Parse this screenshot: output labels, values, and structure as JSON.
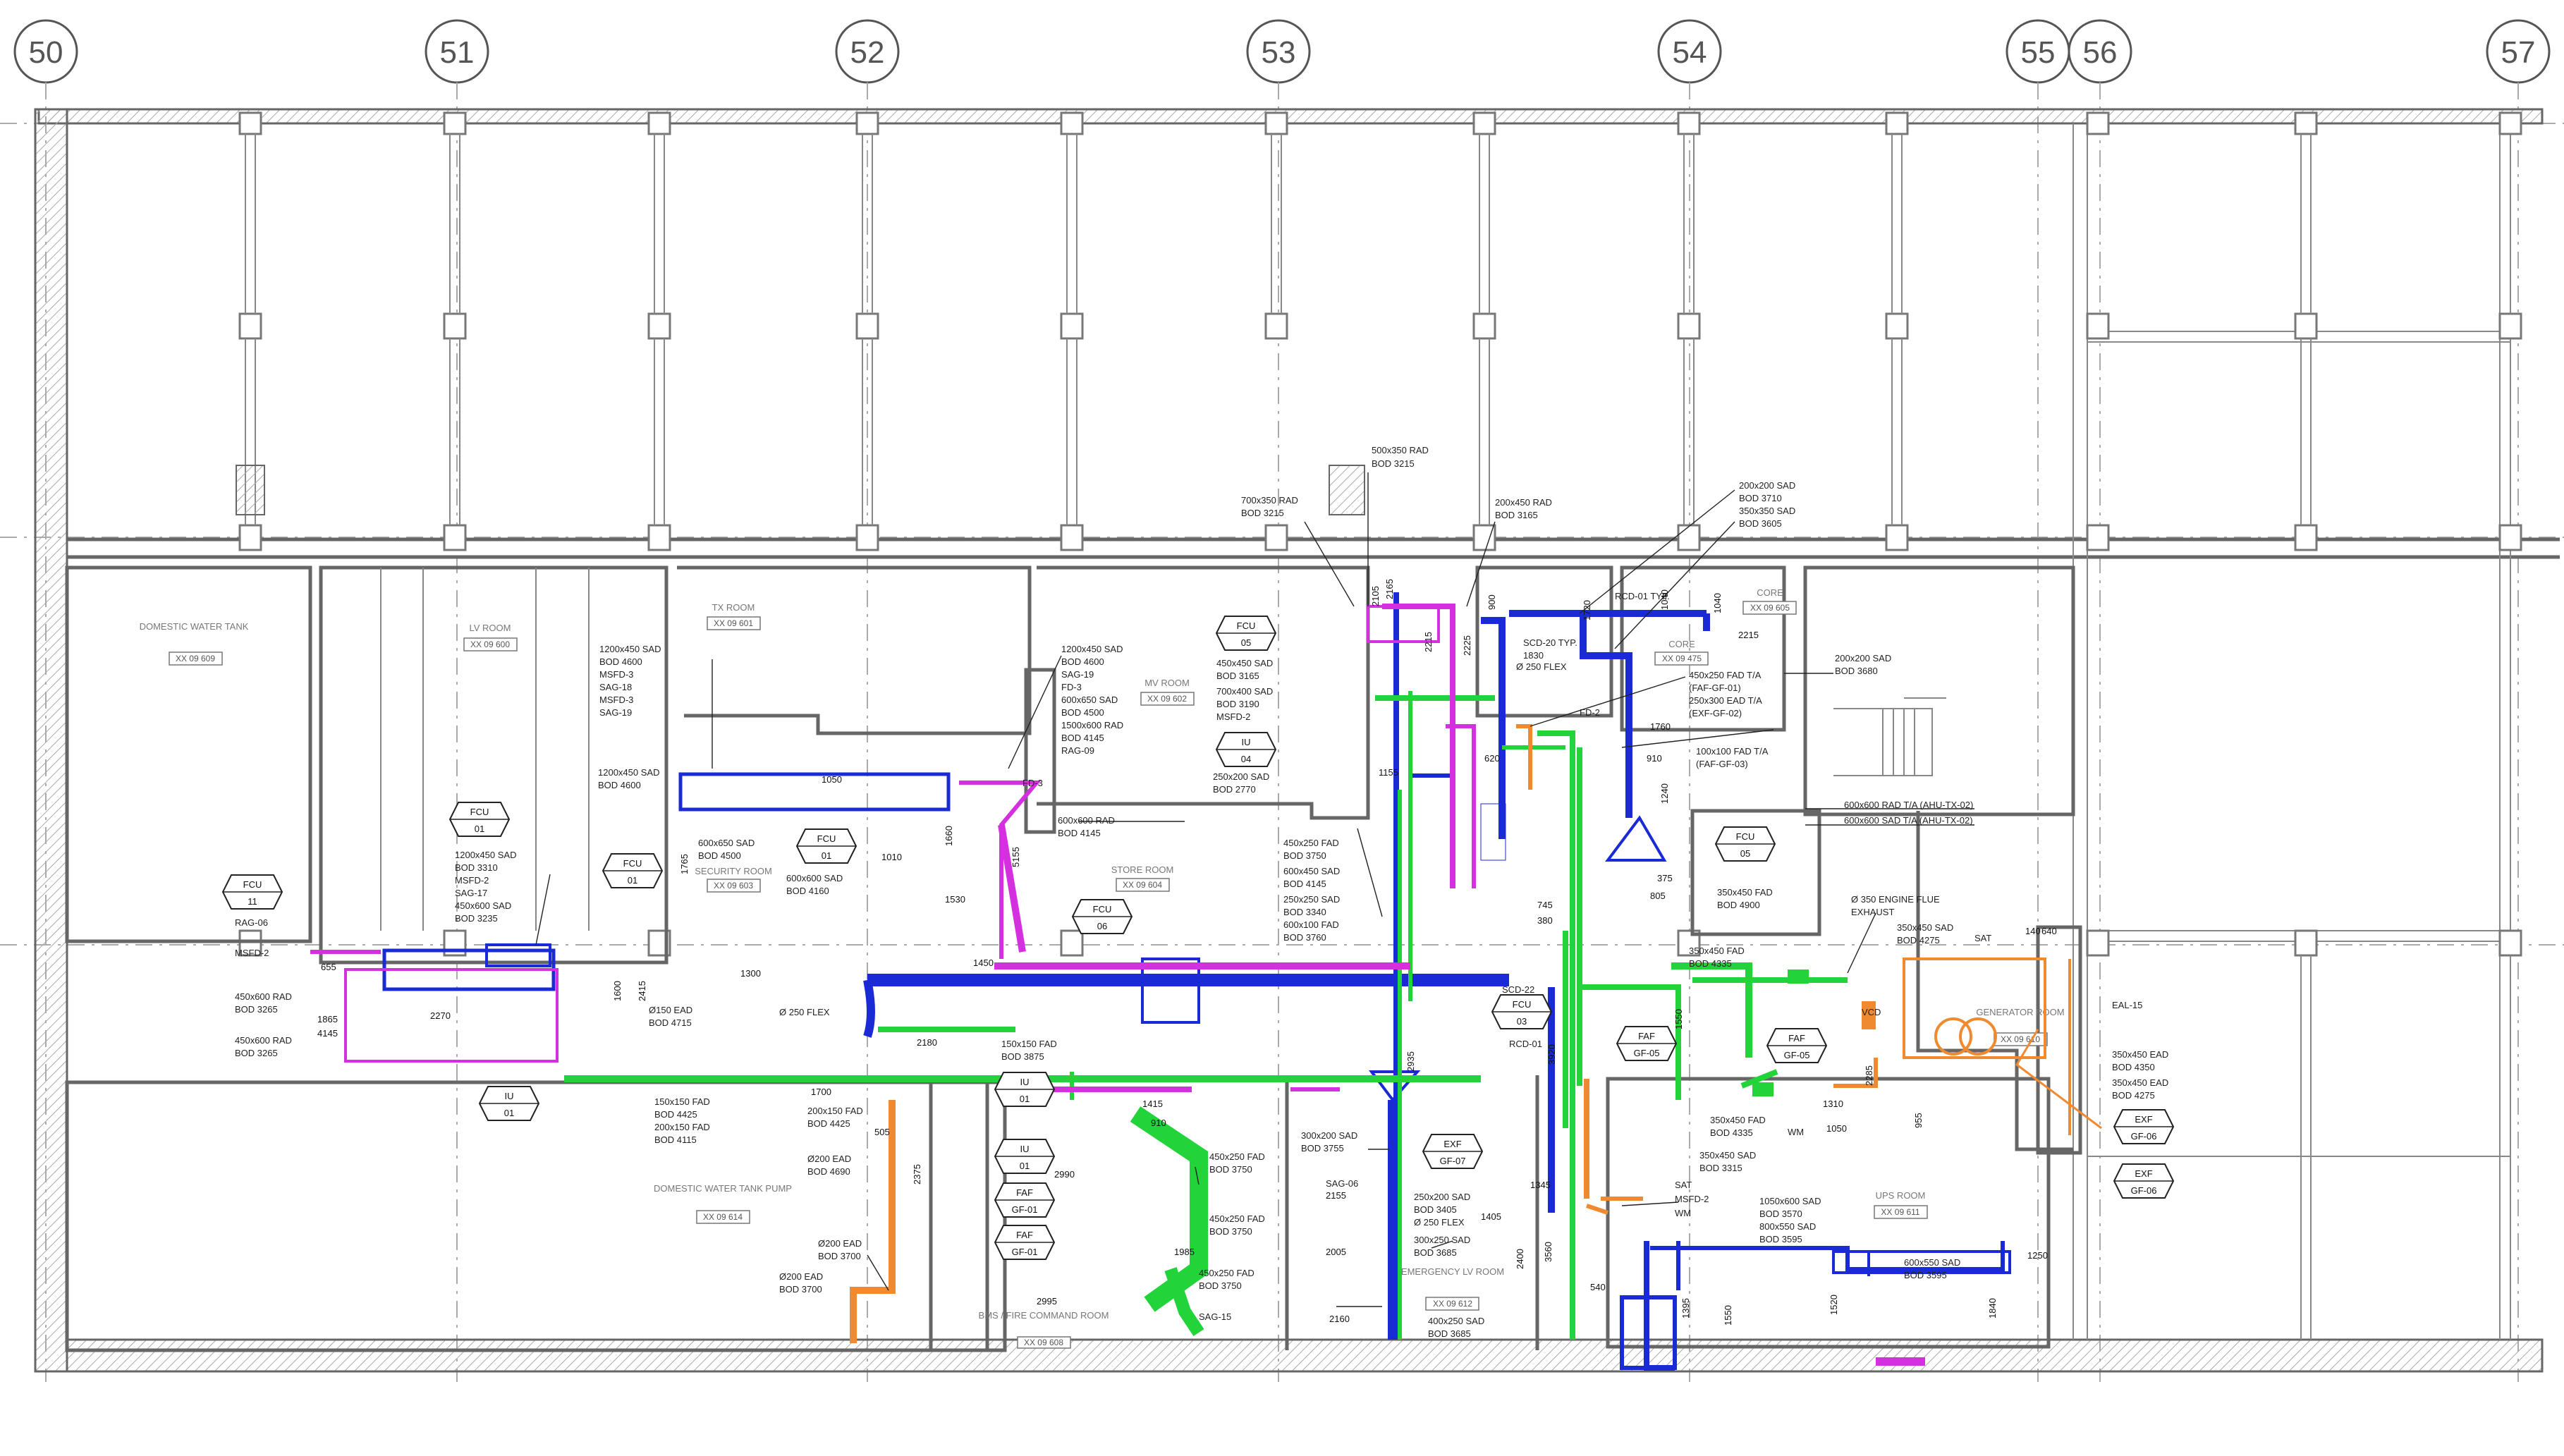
{
  "grid_lines": [
    "50",
    "51",
    "52",
    "53",
    "54",
    "55",
    "56",
    "57"
  ],
  "rooms": [
    {
      "name": "DOMESTIC WATER TANK",
      "tag": "XX 09 609"
    },
    {
      "name": "LV ROOM",
      "tag": "XX 09 600"
    },
    {
      "name": "TX ROOM",
      "tag": "XX 09 601"
    },
    {
      "name": "MV ROOM",
      "tag": "XX 09 602"
    },
    {
      "name": "CORE",
      "tag": "XX 09 605"
    },
    {
      "name": "CORE",
      "tag": "XX 09 475"
    },
    {
      "name": "SECURITY ROOM",
      "tag": "XX 09 603"
    },
    {
      "name": "STORE ROOM",
      "tag": "XX 09 604"
    },
    {
      "name": "DOMESTIC WATER TANK PUMP",
      "tag": "XX 09 614"
    },
    {
      "name": "BMS / FIRE COMMAND ROOM",
      "tag": "XX 09 608"
    },
    {
      "name": "EMERGENCY LV ROOM",
      "tag": "XX 09 612"
    },
    {
      "name": "UPS ROOM",
      "tag": "XX 09 611"
    },
    {
      "name": "GENERATOR ROOM",
      "tag": "XX 09 610"
    }
  ],
  "equipment_tags": [
    {
      "top": "FCU",
      "bottom": "11"
    },
    {
      "top": "FCU",
      "bottom": "01"
    },
    {
      "top": "FCU",
      "bottom": "01"
    },
    {
      "top": "FCU",
      "bottom": "01"
    },
    {
      "top": "FCU",
      "bottom": "05"
    },
    {
      "top": "IU",
      "bottom": "04"
    },
    {
      "top": "FCU",
      "bottom": "06"
    },
    {
      "top": "FCU",
      "bottom": "05"
    },
    {
      "top": "FCU",
      "bottom": "03"
    },
    {
      "top": "IU",
      "bottom": "01"
    },
    {
      "top": "IU",
      "bottom": "01"
    },
    {
      "top": "IU",
      "bottom": "01"
    },
    {
      "top": "FAF",
      "bottom": "GF-01"
    },
    {
      "top": "FAF",
      "bottom": "GF-01"
    },
    {
      "top": "EXF",
      "bottom": "GF-07"
    },
    {
      "top": "FAF",
      "bottom": "GF-05"
    },
    {
      "top": "FAF",
      "bottom": "GF-05"
    },
    {
      "top": "EXF",
      "bottom": "GF-06"
    },
    {
      "top": "EXF",
      "bottom": "GF-06"
    }
  ],
  "annotations": {
    "rad_top": [
      "500x350 RAD",
      "BOD 3215"
    ],
    "rad_top2": [
      "700x350 RAD",
      "BOD 3215"
    ],
    "rad_top3": [
      "200x450 RAD",
      "BOD 3165"
    ],
    "sad_top": [
      "200x200 SAD",
      "BOD 3710",
      "350x350 SAD",
      "BOD 3605"
    ],
    "core_sad": [
      "200x200 SAD",
      "BOD 3680"
    ],
    "fad_core": [
      "450x250 FAD T/A",
      "(FAF-GF-01)",
      "250x300 EAD T/A",
      "(EXF-GF-02)"
    ],
    "fad_core2": [
      "100x100 FAD T/A",
      "(FAF-GF-03)"
    ],
    "ahu": [
      "600x600 RAD T/A (AHU-TX-02)",
      "600x600 SAD T/A (AHU-TX-02)"
    ],
    "tx_list_left": [
      "1200x450 SAD",
      "BOD 4600",
      "MSFD-3",
      "SAG-18",
      "MSFD-3",
      "SAG-19"
    ],
    "tx_list_right": [
      "1200x450 SAD",
      "BOD 4600",
      "SAG-19",
      "FD-3",
      "600x650 SAD",
      "BOD 4500",
      "1500x600 RAD",
      "BOD 4145",
      "RAG-09"
    ],
    "mv_list": [
      "450x450 SAD",
      "BOD 3165",
      "700x400 SAD",
      "BOD 3190",
      "MSFD-2"
    ],
    "iu04": [
      "250x200 SAD",
      "BOD 2770"
    ],
    "sad_1200": [
      "1200x450 SAD",
      "BOD 4600"
    ],
    "fd3": "FD-3",
    "rad_600": [
      "600x600 RAD",
      "BOD 4145"
    ],
    "store_list": [
      "450x250 FAD",
      "BOD 3750",
      "600x450 SAD",
      "BOD 4145",
      "250x250 SAD",
      "BOD 3340",
      "600x100 FAD",
      "BOD 3760"
    ],
    "sec_sad": [
      "600x650 SAD",
      "BOD 4500"
    ],
    "sec_sad2": [
      "600x600 SAD",
      "BOD 4160"
    ],
    "lv_list": [
      "1200x450 SAD",
      "BOD 3310",
      "MSFD-2",
      "SAG-17",
      "450x600 SAD",
      "BOD 3235"
    ],
    "rag06": "RAG-06",
    "msfd2": "MSFD-2",
    "rad_450a": [
      "450x600 RAD",
      "BOD 3265"
    ],
    "rad_450b": [
      "450x600 RAD",
      "BOD 3265"
    ],
    "ead_150": [
      "Ø150 EAD",
      "BOD 4715"
    ],
    "flex": "Ø 250 FLEX",
    "fad_150": [
      "150x150 FAD",
      "BOD 4425",
      "200x150 FAD",
      "BOD 4115"
    ],
    "fad_200": [
      "200x150 FAD",
      "BOD 4425"
    ],
    "ead_200": [
      "Ø200 EAD",
      "BOD 4690"
    ],
    "ead_200b": [
      "Ø200 EAD",
      "BOD 3700"
    ],
    "ead_200c": [
      "Ø200 EAD",
      "BOD 3700"
    ],
    "fad_150b": [
      "150x150 FAD",
      "BOD 3875"
    ],
    "fad_bms": [
      "450x250 FAD",
      "BOD 3750"
    ],
    "fad_bms2": [
      "450x250 FAD",
      "BOD 3750"
    ],
    "fad_bms3": [
      "450x250 FAD",
      "BOD 3750"
    ],
    "sag15": "SAG-15",
    "sad_300": [
      "300x200 SAD",
      "BOD 3755"
    ],
    "sag06": "SAG-06",
    "sad_250": [
      "250x200 SAD",
      "BOD 3405",
      "Ø 250 FLEX"
    ],
    "sad_300b": [
      "300x250 SAD",
      "BOD 3685"
    ],
    "sad_400": [
      "400x250 SAD",
      "BOD 3685"
    ],
    "sat_list": [
      "SAT",
      "MSFD-2",
      "WM"
    ],
    "ups_sad": [
      "1050x600 SAD",
      "BOD 3570",
      "800x550 SAD",
      "BOD 3595"
    ],
    "ups_sad2": [
      "600x550 SAD",
      "BOD 3595"
    ],
    "engine": [
      "Ø 350 ENGINE FLUE",
      "EXHAUST"
    ],
    "gen_sad": [
      "350x450 SAD",
      "BOD 4275"
    ],
    "fad_350": [
      "350x450 FAD",
      "BOD 4335"
    ],
    "fad_350b": [
      "350x450 FAD",
      "BOD 4335"
    ],
    "sad_350": [
      "350x450 SAD",
      "BOD 3315"
    ],
    "fad_350c": [
      "350x450 FAD",
      "BOD 4900"
    ],
    "ead_gen": [
      "350x450 EAD",
      "BOD 4350",
      "350x450 EAD",
      "BOD 4275"
    ],
    "eal15": "EAL-15",
    "sat": "SAT",
    "vcd": "VCD",
    "wm": "WM",
    "scd": "SCD-22",
    "rcd": "RCD-01",
    "fd2": "FD-2",
    "flex2": "Ø 250 FLEX",
    "scd20": [
      "SCD-20 TYP.",
      "1830"
    ],
    "rcd01typ": "RCD-01 TYP.",
    "dims": [
      "655",
      "1865",
      "4145",
      "2270",
      "1600",
      "2415",
      "1300",
      "1050",
      "1765",
      "1010",
      "1530",
      "1660",
      "5155",
      "1700",
      "2180",
      "2375",
      "505",
      "1415",
      "910",
      "1450",
      "2990",
      "1985",
      "2005",
      "2160",
      "2155",
      "1405",
      "2995",
      "3560",
      "1250",
      "1550",
      "1520",
      "1840",
      "1050",
      "1310",
      "640",
      "140",
      "2285",
      "955",
      "1550",
      "540",
      "1395",
      "2400",
      "1345",
      "1760",
      "1040",
      "2215",
      "2165",
      "2225",
      "620",
      "745",
      "380",
      "805",
      "375",
      "910",
      "1720",
      "900",
      "1040",
      "1155",
      "3920",
      "2935",
      "2105",
      "2215",
      "1240"
    ]
  }
}
